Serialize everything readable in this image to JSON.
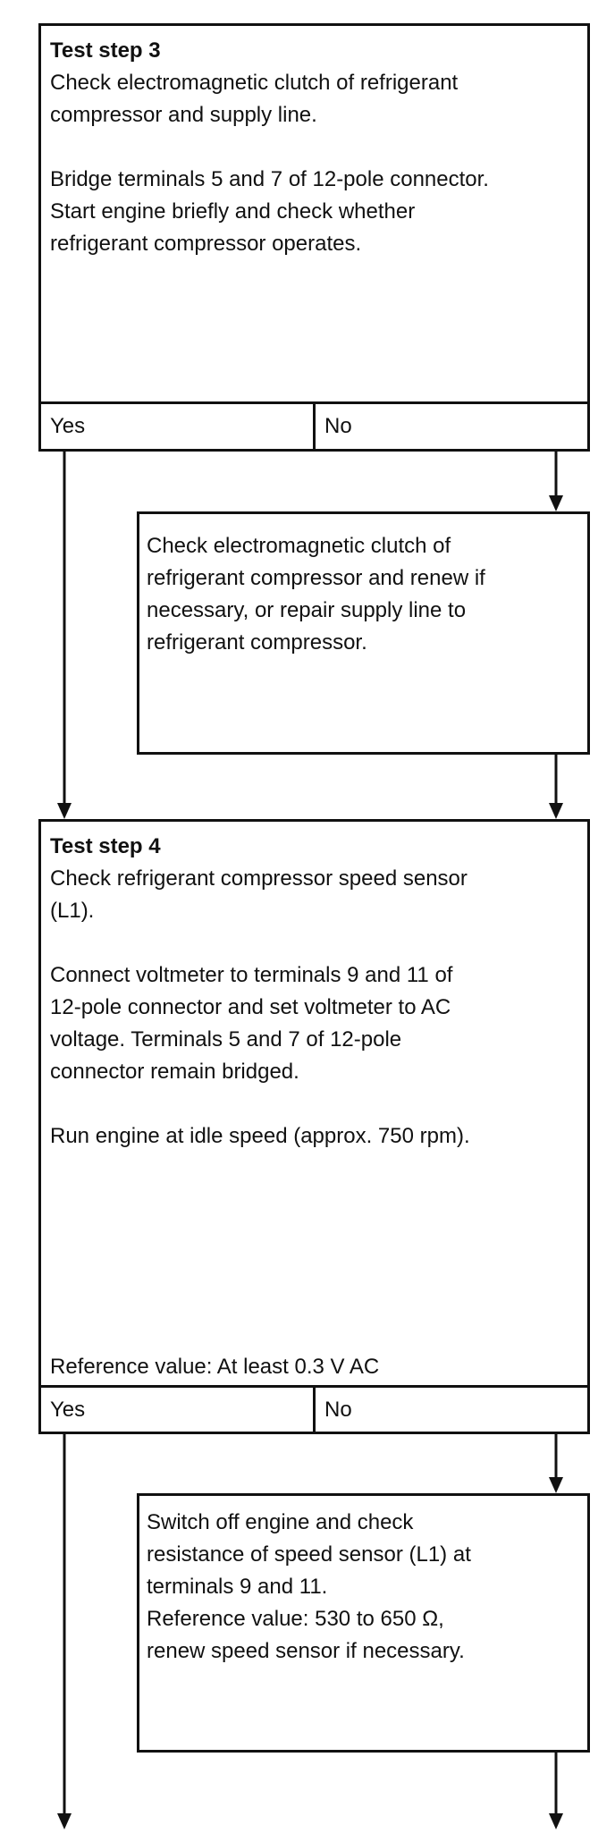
{
  "step3": {
    "title": "Test step 3",
    "lines": [
      "Check electromagnetic clutch of refrigerant",
      "compressor and supply line."
    ],
    "lines2": [
      "Bridge terminals 5 and 7 of 12-pole connector.",
      "Start engine briefly and check whether",
      "refrigerant compressor operates."
    ],
    "yes": "Yes",
    "no": "No"
  },
  "fix3": {
    "lines": [
      "Check electromagnetic clutch of",
      "refrigerant compressor and renew if",
      "necessary, or repair supply line to",
      "refrigerant compressor."
    ]
  },
  "step4": {
    "title": "Test step 4",
    "lines": [
      "Check refrigerant compressor speed sensor",
      "(L1)."
    ],
    "lines2": [
      "Connect voltmeter to terminals 9 and 11 of",
      "12-pole connector and set voltmeter to AC",
      "voltage. Terminals 5 and 7 of 12-pole",
      "connector remain bridged."
    ],
    "lines3": [
      "Run engine at idle speed (approx. 750 rpm)."
    ],
    "reference": "Reference value: At least 0.3 V AC",
    "yes": "Yes",
    "no": "No"
  },
  "fix4": {
    "lines": [
      "Switch off engine and check",
      "resistance of speed sensor (L1) at",
      "terminals 9 and 11.",
      "Reference value: 530 to 650 Ω,",
      "renew speed sensor if necessary."
    ]
  }
}
